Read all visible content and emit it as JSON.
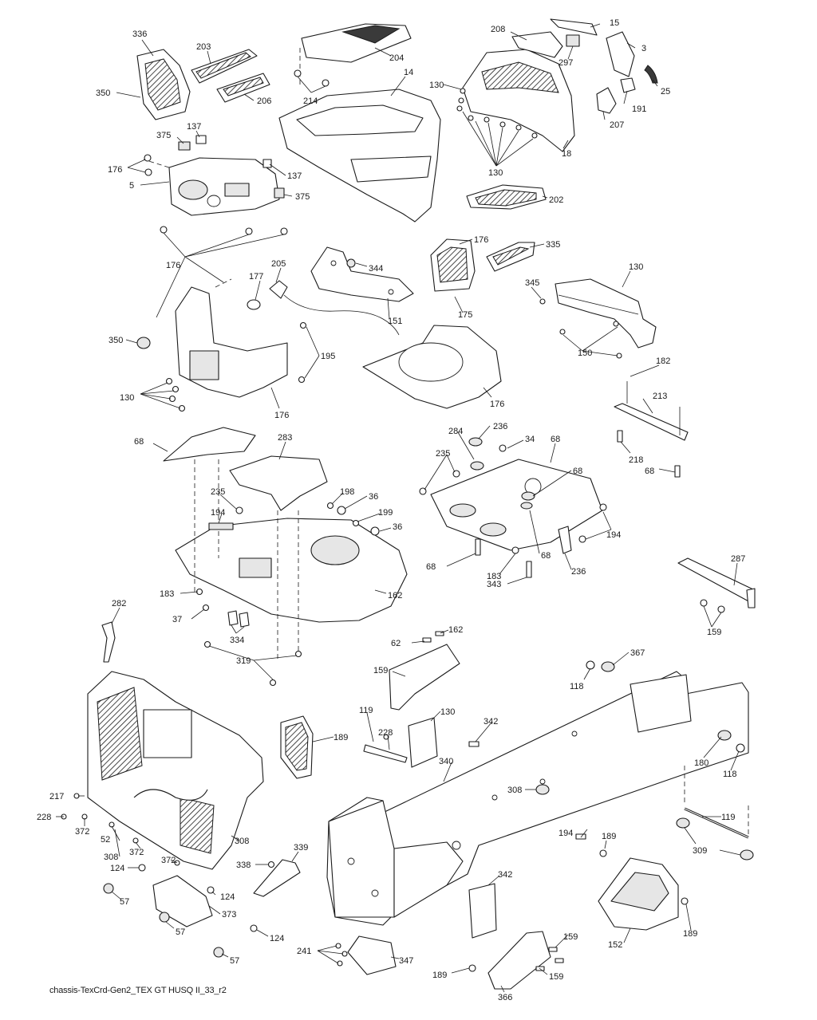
{
  "caption": "chassis-TexCrd-Gen2_TEX GT HUSQ II_33_r2",
  "labels": [
    "336",
    "203",
    "350",
    "206",
    "204",
    "14",
    "214",
    "208",
    "15",
    "3",
    "297",
    "25",
    "130",
    "191",
    "207",
    "130",
    "18",
    "202",
    "375",
    "137",
    "176",
    "137",
    "375",
    "5",
    "176",
    "176",
    "335",
    "205",
    "344",
    "177",
    "345",
    "130",
    "151",
    "175",
    "350",
    "195",
    "176",
    "150",
    "130",
    "176",
    "182",
    "213",
    "218",
    "68",
    "68",
    "283",
    "284",
    "236",
    "235",
    "68",
    "34",
    "68",
    "235",
    "198",
    "36",
    "194",
    "199",
    "36",
    "194",
    "68",
    "183",
    "68",
    "236",
    "343",
    "183",
    "162",
    "37",
    "287",
    "334",
    "282",
    "319",
    "162",
    "159",
    "62",
    "159",
    "367",
    "118",
    "119",
    "130",
    "342",
    "228",
    "189",
    "340",
    "180",
    "118",
    "119",
    "217",
    "308",
    "194",
    "228",
    "372",
    "308",
    "309",
    "52",
    "308",
    "372",
    "339",
    "189",
    "124",
    "372",
    "338",
    "57",
    "124",
    "373",
    "342",
    "152",
    "189",
    "57",
    "124",
    "159",
    "241",
    "347",
    "189",
    "57",
    "159",
    "366"
  ],
  "colors": {
    "ink": "#1a1a1a",
    "fill": "#ffffff",
    "shade": "#e6e6e6"
  }
}
